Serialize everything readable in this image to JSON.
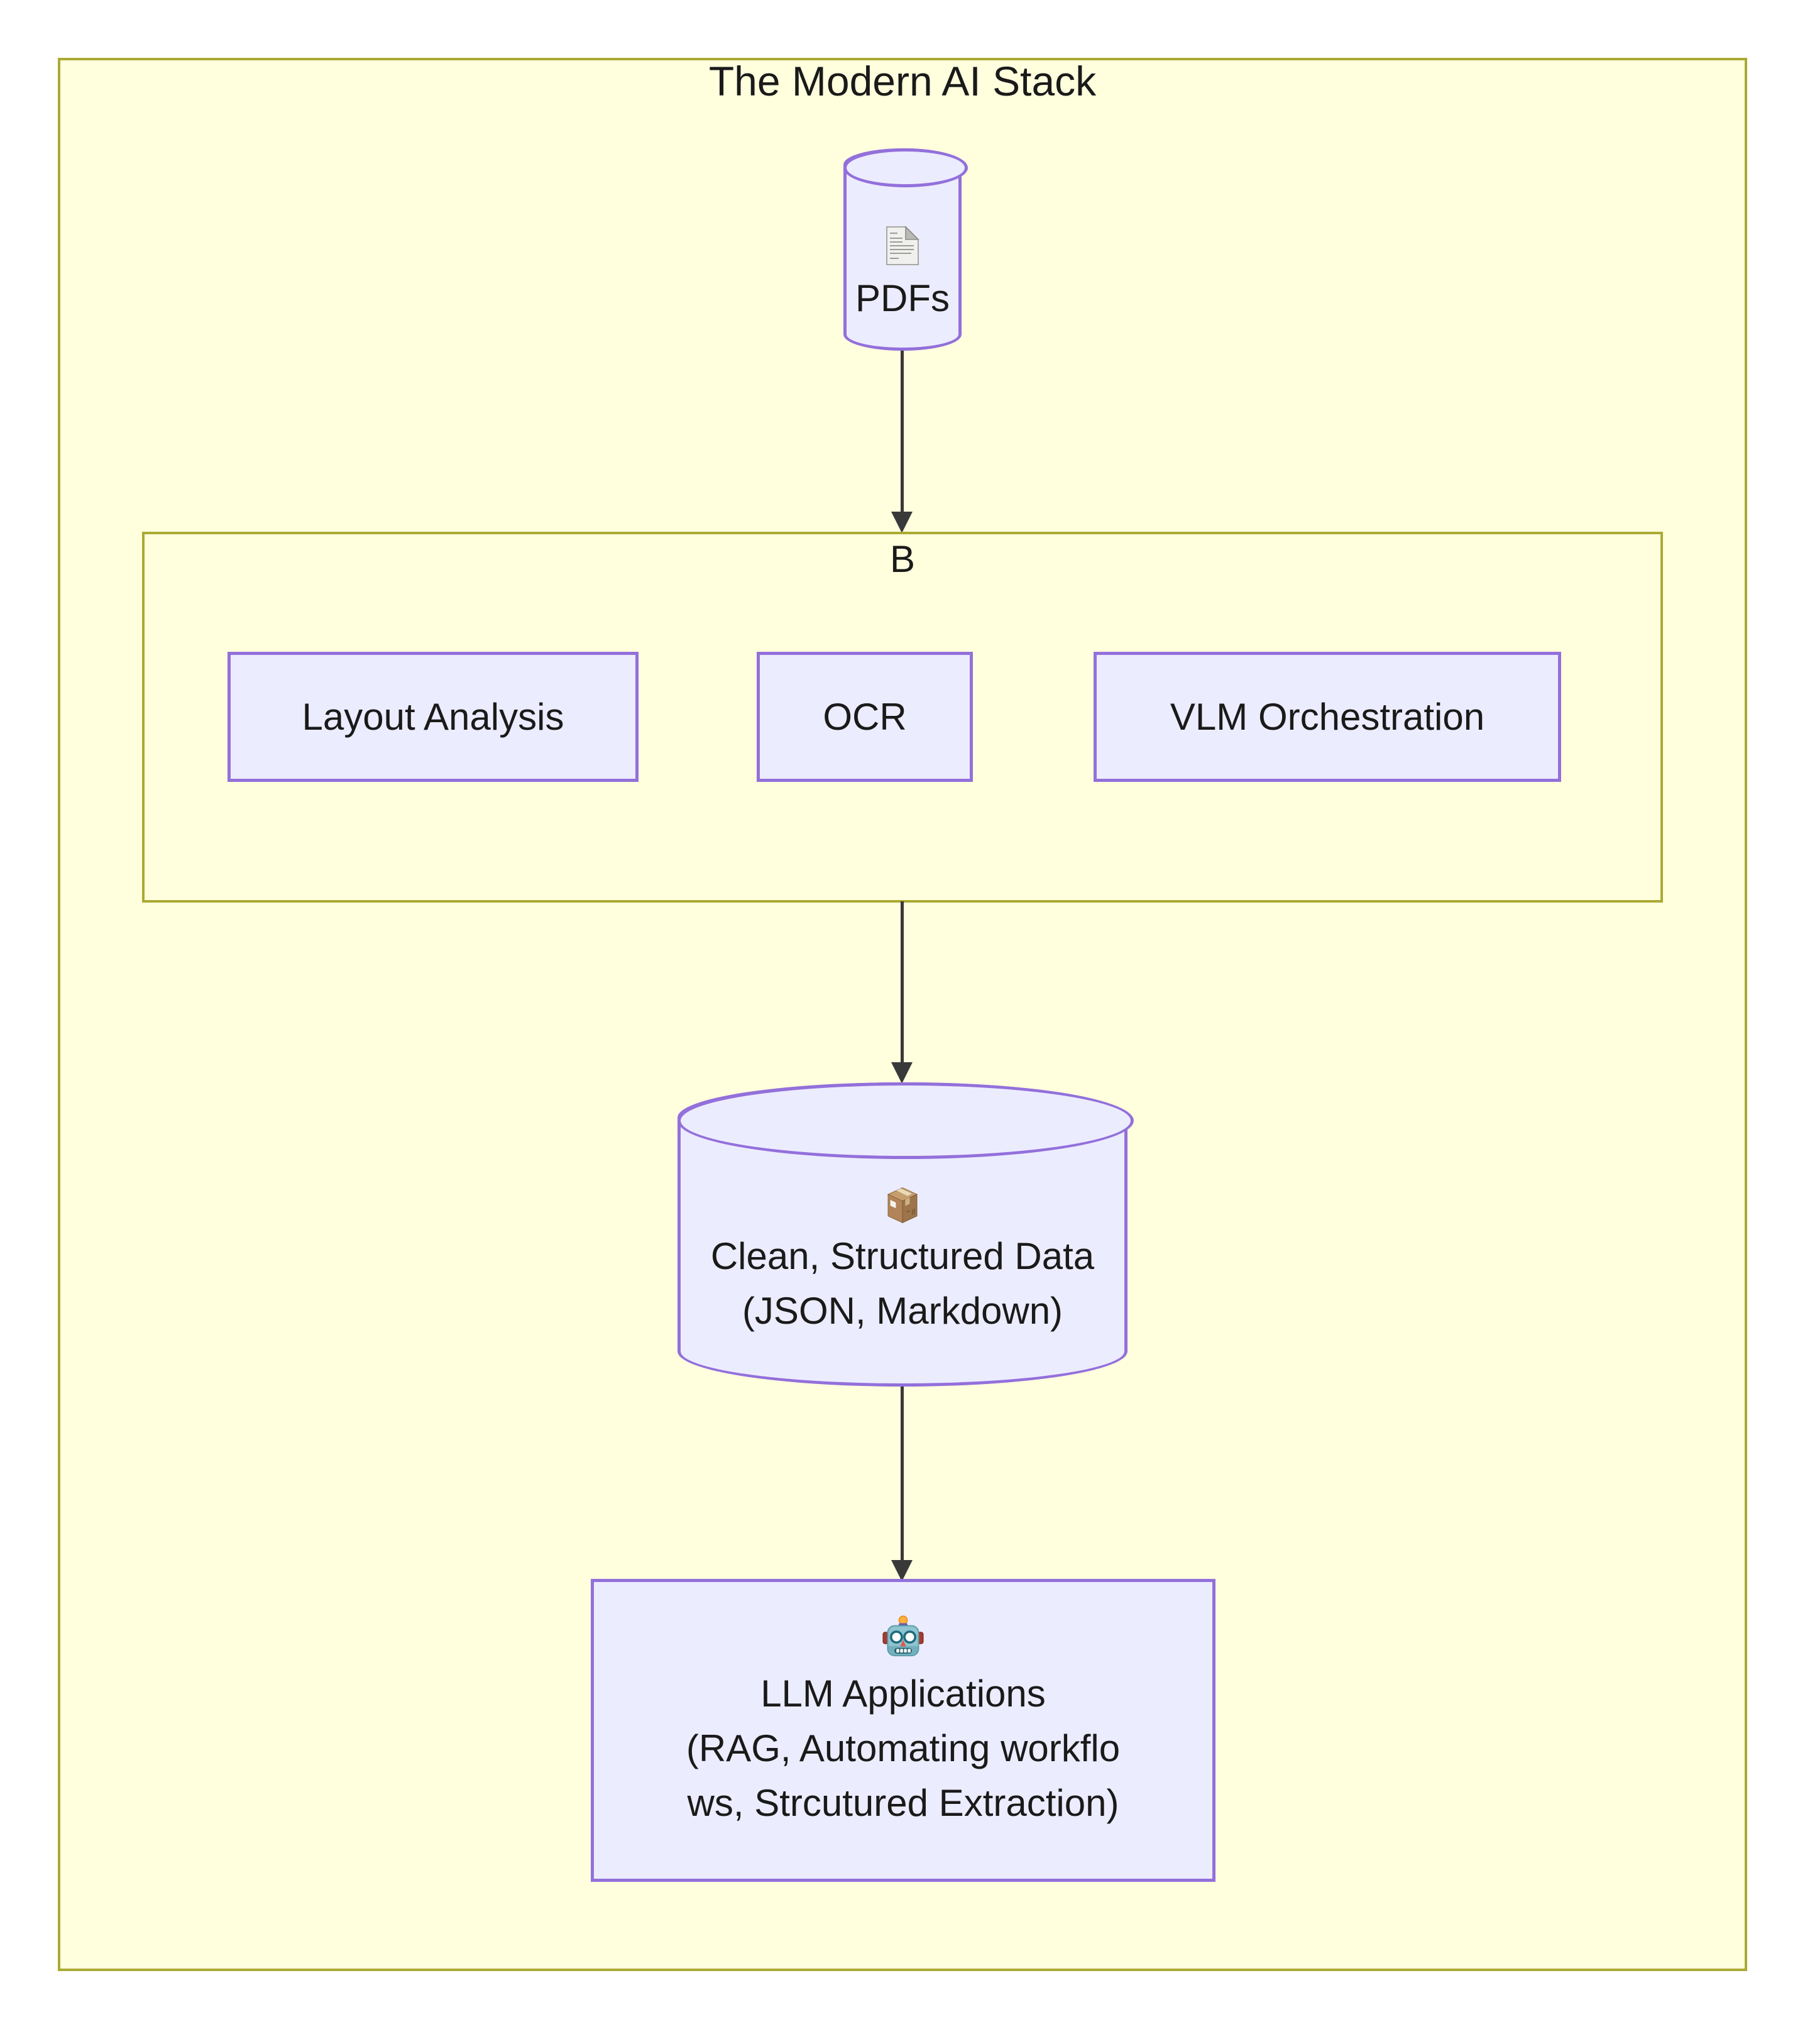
{
  "diagram": {
    "title": "The Modern AI Stack",
    "subgraph_b": {
      "label": "B",
      "children": [
        {
          "label": "Layout Analysis"
        },
        {
          "label": "OCR"
        },
        {
          "label": "VLM Orchestration"
        }
      ]
    },
    "nodes": {
      "pdfs": {
        "label": "PDFs",
        "icon": "document-icon",
        "shape": "cylinder"
      },
      "clean_data": {
        "icon": "package-icon",
        "shape": "cylinder",
        "lines": [
          "Clean, Structured Data",
          "(JSON, Markdown)"
        ]
      },
      "llm_apps": {
        "icon": "robot-icon",
        "shape": "rect",
        "lines": [
          "LLM Applications",
          "(RAG, Automating workflo",
          "ws, Strcutured Extraction)"
        ]
      }
    },
    "edges": [
      {
        "from": "pdfs",
        "to": "subgraph_b"
      },
      {
        "from": "subgraph_b",
        "to": "clean_data"
      },
      {
        "from": "clean_data",
        "to": "llm_apps"
      }
    ],
    "colors": {
      "cluster_fill": "#ffffde",
      "cluster_stroke": "#aaaa33",
      "node_fill": "#ececff",
      "node_stroke": "#9370db",
      "edge": "#393939",
      "text": "#1a1a1a",
      "background": "#ffffff"
    }
  }
}
